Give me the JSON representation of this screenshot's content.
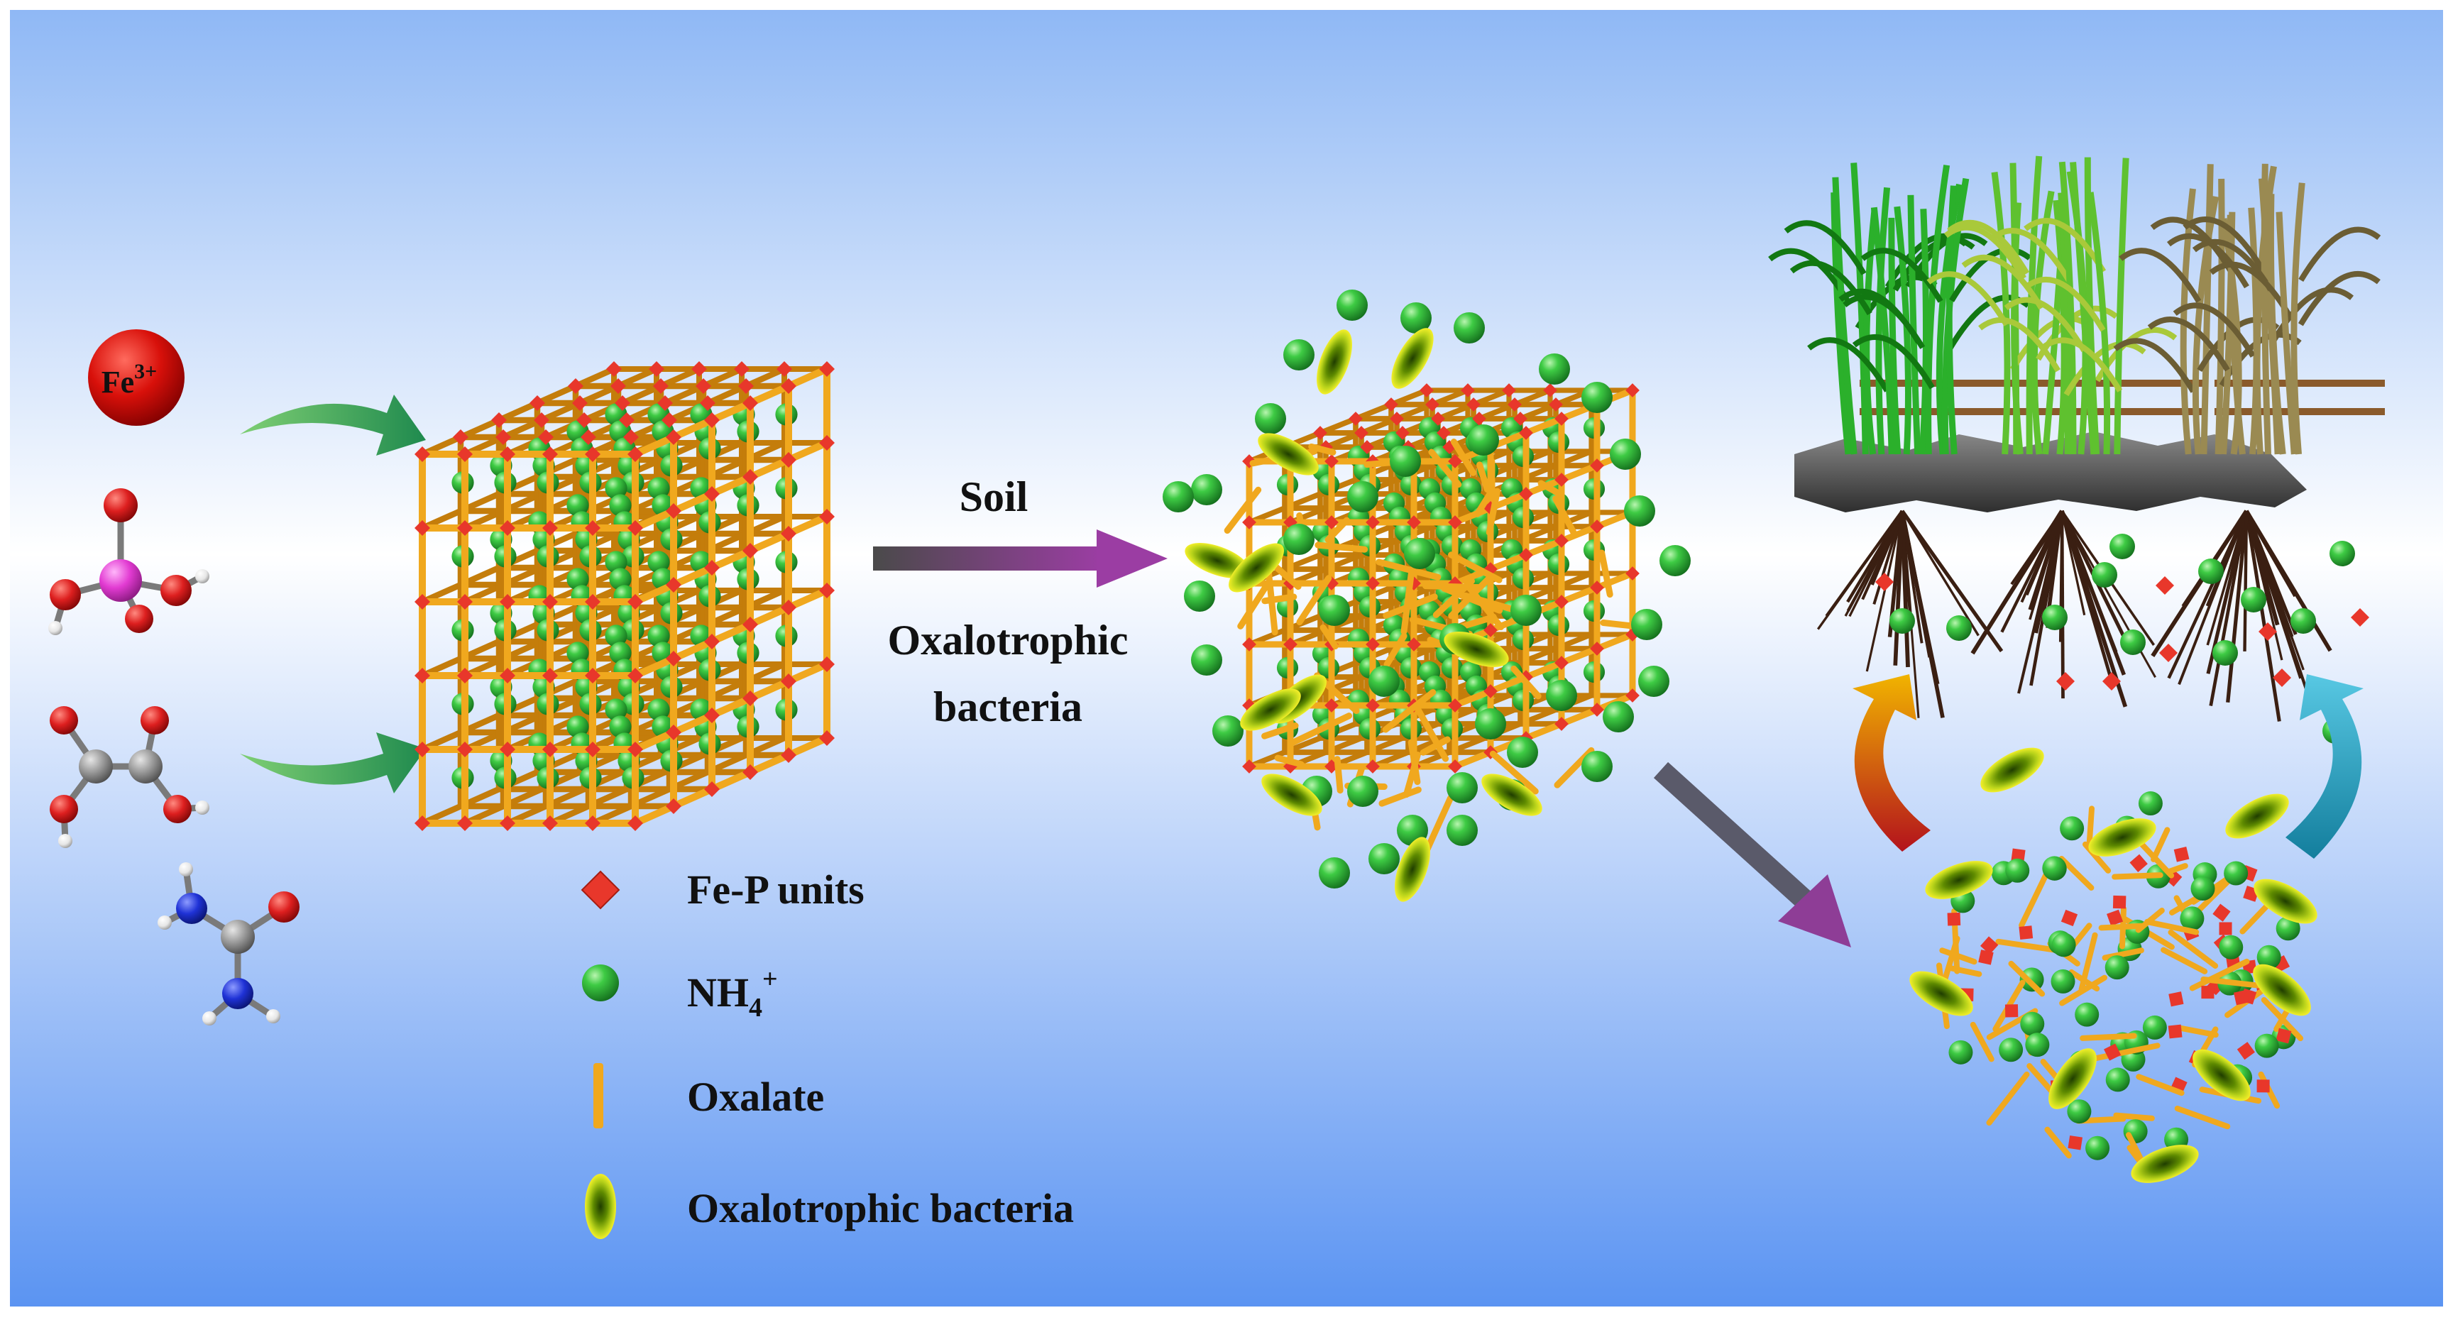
{
  "precursors": {
    "iron_ion": "Fe",
    "iron_charge": "3+"
  },
  "process": {
    "arrow_label_top": "Soil",
    "arrow_label_bottom_1": "Oxalotrophic",
    "arrow_label_bottom_2": "bacteria"
  },
  "legend": {
    "fe_p_units": "Fe-P units",
    "nh4_base": "NH",
    "nh4_sub": "4",
    "nh4_sup": "+",
    "oxalate": "Oxalate",
    "bacteria": "Oxalotrophic bacteria"
  },
  "colors": {
    "background_top": "#8fb8f5",
    "background_mid": "#ffffff",
    "background_bottom": "#5b94f2",
    "framework_rod": "#f0a81e",
    "fe_p_node": "#e8372b",
    "nh4_sphere": "#2fb53a",
    "bacteria_body": "#5e8a00",
    "bacteria_glow": "#f4ef2a",
    "arrow_purple": "#8e3d96",
    "arrow_green": "#2d9b5c",
    "cycle_left": "#f1b400",
    "cycle_right": "#2aa4c4",
    "phosphorus": "#e23bd2",
    "oxygen": "#dd1f1f",
    "carbon": "#8c8c8c",
    "nitrogen": "#1f32d6",
    "hydrogen": "#f2f2f2"
  }
}
